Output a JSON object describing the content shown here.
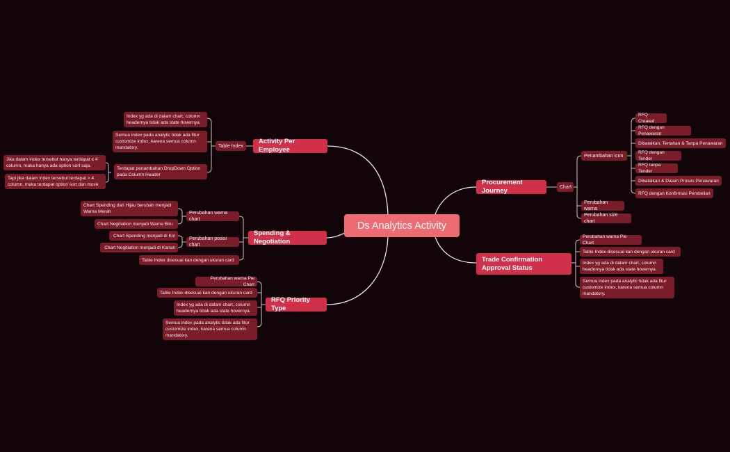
{
  "root": {
    "label": "Ds Analytics Activity"
  },
  "left": {
    "activity": {
      "label": "Activity Per Employee",
      "table_index": "Table Index",
      "items": [
        "Index yg ada di dalam chart, column headernya tidak ada state hovernya.",
        "Semua index pada analytic tidak ada fitur customize index, karena semua column mandatory.",
        "Terdapat penambahan DropDown Option pada Column Header"
      ],
      "dropdown_items": [
        "Jika dalam index tersebut hanya terdapat ≤ 4 column, maka hanya ada option sort saja.",
        "Tapi jika dalam index tersebut terdapat > 4 column, maka terdapat option sort dan move"
      ]
    },
    "spending": {
      "label": "Spending & Negotiation",
      "warna_chart": "Perubahan warna chart",
      "warna_items": [
        "Chart Spending dari Hijau berubah menjadi Warna Merah",
        "Chart Negitiation menjadi Warna Biru"
      ],
      "posisi_chart": "Perubahan posisi chart",
      "posisi_items": [
        "Chart Spending menjadi di Kiri",
        "Chart Negitiation menjadi di Kanan"
      ],
      "table_index": "Table Index disesuai kan dengan ukuran card"
    },
    "rfq": {
      "label": "RFQ Priority Type",
      "items": [
        "Perubahan warna Pie Chart",
        "Table Index disesuai kan dengan ukuran card",
        "Index yg ada di dalam chart, column headernya tidak ada state hovernya.",
        "Semua index pada analytic tidak ada fitur customize index, karena semua column mandatory."
      ]
    }
  },
  "right": {
    "procurement": {
      "label": "Procurement Journey",
      "chart": "Chart",
      "icon_label": "Penambahan icon",
      "icon_items": [
        "RFQ Created",
        "RFQ dengan Penawaran",
        "Dibatalkan, Tertahan & Tanpa Penawaran",
        "RFQ dengan Tender",
        "RFQ tanpa Tender",
        "Dibatalkan & Dalam Proses Penawaran",
        "RFQ dengan Konfirmasi Pembelian"
      ],
      "warna": "Perubahan warna",
      "size": "Perubahan size chart"
    },
    "trade": {
      "label": "Trade Confirmation Approval Status",
      "items": [
        "Perubahan warna Pie Chart",
        "Table Index disesuai kan dengan ukuran card",
        "Index yg ada di dalam chart, column headernya tidak ada state hovernya.",
        "Semua index pada analytic tidak ada fitur customize index, karena semua column mandatory."
      ]
    }
  },
  "colors": {
    "background": "#12050a",
    "root": "#ef6b73",
    "main": "#d0304a",
    "sub": "#7a1c2a",
    "line": "#e8e0e0"
  }
}
